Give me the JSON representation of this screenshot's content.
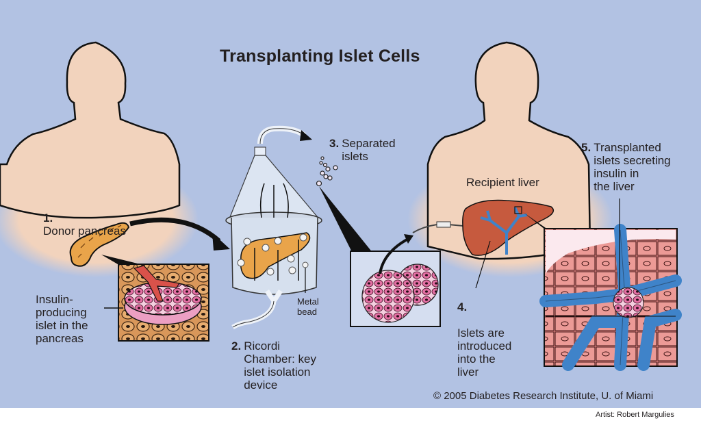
{
  "figure": {
    "title": "Transplanting Islet Cells",
    "colors": {
      "background": "#b2c2e3",
      "skin": "#f2d3bd",
      "pancreas": "#e9a44a",
      "liver": "#c65a3e",
      "vessel_blue": "#3f83c9",
      "islet_pink": "#e0609a",
      "outline": "#111111"
    },
    "figures": [
      {
        "id": "donor",
        "role": "Donor body silhouette"
      },
      {
        "id": "recipient",
        "role": "Recipient body silhouette"
      }
    ],
    "steps": [
      {
        "number": "1.",
        "text": "Donor pancreas"
      },
      {
        "number": "2.",
        "text": "Ricordi\nChamber: key\nislet isolation\ndevice"
      },
      {
        "number": "3.",
        "text": "Separated\nislets"
      },
      {
        "number": "4.",
        "text": "Islets are\nintroduced\ninto the\nliver"
      },
      {
        "number": "5.",
        "text": "Transplanted\nislets secreting\ninsulin in\nthe liver"
      }
    ],
    "labels": {
      "islet_in_pancreas": "Insulin-\nproducing\nislet in the\npancreas",
      "metal_bead": "Metal\nbead",
      "recipient_liver": "Recipient liver"
    },
    "credits": {
      "copyright": "© 2005 Diabetes Research Institute, U. of Miami",
      "artist": "Artist: Robert Margulies"
    }
  }
}
